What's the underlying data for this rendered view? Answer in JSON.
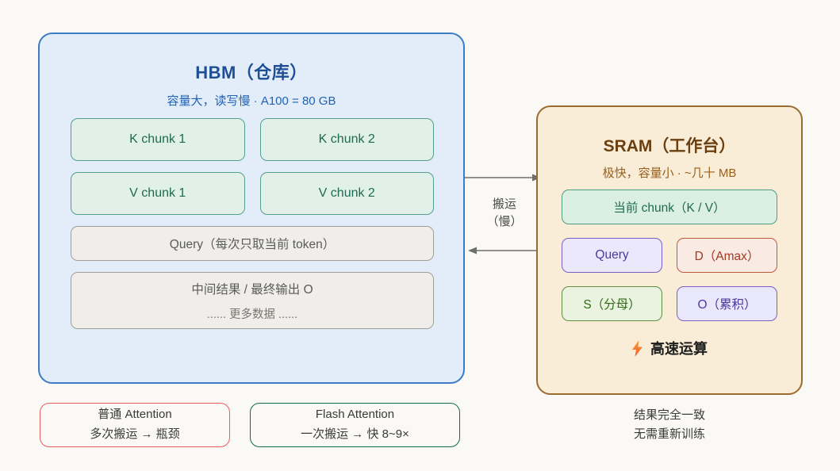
{
  "page": {
    "background": "#faf9f6"
  },
  "hbm": {
    "title": "HBM（仓库）",
    "subtitle": "容量大，读写慢 · A100 = 80 GB",
    "accent": "#3b7cc4",
    "fill": "#e3edf9",
    "chunks": [
      {
        "label": "K chunk 1"
      },
      {
        "label": "K chunk 2"
      },
      {
        "label": "V chunk 1"
      },
      {
        "label": "V chunk 2"
      }
    ],
    "query_box": "Query（每次只取当前 token）",
    "output_box": {
      "line1": "中间结果 / 最终输出 O",
      "line2": "...... 更多数据 ......"
    }
  },
  "transfer": {
    "label_line1": "搬运",
    "label_line2": "（慢）",
    "arrow_color": "#6e6e6c",
    "direction_top": "right",
    "direction_bottom": "left"
  },
  "sram": {
    "title": "SRAM（工作台）",
    "subtitle": "极快，容量小 · ~几十 MB",
    "accent": "#9a6b2f",
    "fill": "#faedd8",
    "current_chunk": "当前 chunk（K / V）",
    "items": [
      {
        "label": "Query",
        "color": "#4b3a9e"
      },
      {
        "label": "D（Amax）",
        "color": "#a33a20"
      },
      {
        "label": "S（分母）",
        "color": "#2f6b14"
      },
      {
        "label": "O（累积）",
        "color": "#4b3a9e"
      }
    ],
    "footer": {
      "icon": "lightning-bolt-icon",
      "label": "高速运算"
    }
  },
  "legends": [
    {
      "line1": "普通 Attention",
      "line2": "多次搬运 → 瓶颈",
      "border": "#e85c5c"
    },
    {
      "line1": "Flash Attention",
      "line2": "一次搬运 → 快 8~9×",
      "border": "#0e6b52"
    }
  ],
  "note": {
    "line1": "结果完全一致",
    "line2": "无需重新训练"
  }
}
